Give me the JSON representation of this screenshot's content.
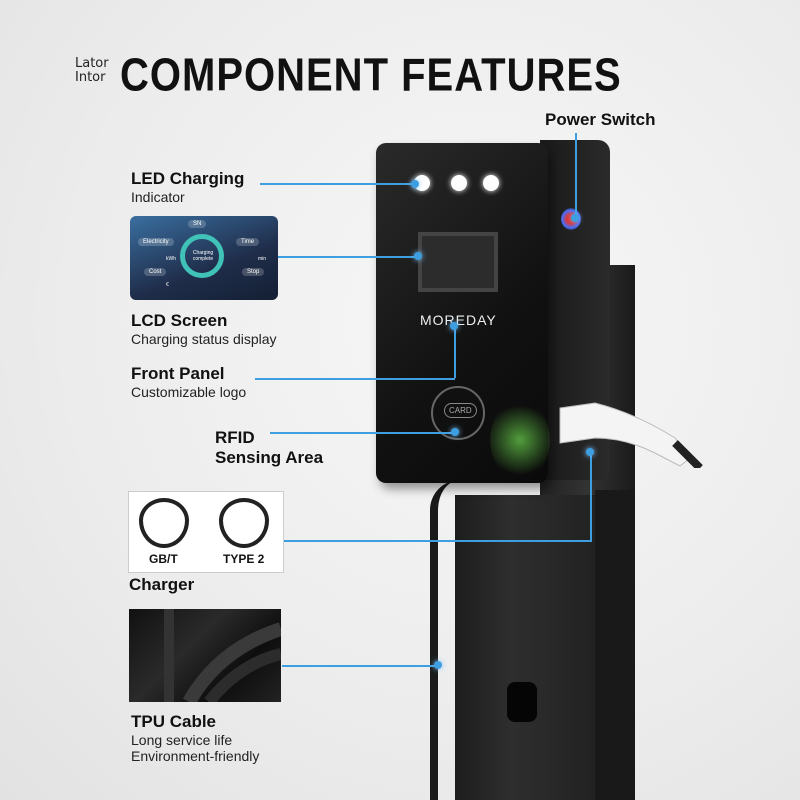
{
  "header": {
    "small_label_1": "Lator",
    "small_label_2": "Intor",
    "title": "COMPONENT  FEATURES"
  },
  "features": {
    "power_switch": {
      "title": "Power Switch"
    },
    "led": {
      "title": "LED Charging",
      "sub": "Indicator"
    },
    "lcd": {
      "title": "LCD Screen",
      "sub": "Charging status display"
    },
    "front": {
      "title": "Front Panel",
      "sub": "Customizable logo"
    },
    "rfid": {
      "title_1": "RFID",
      "title_2": "Sensing Area"
    },
    "charger": {
      "title": "Charger",
      "left_label": "GB/T",
      "right_label": "TYPE 2"
    },
    "cable": {
      "title": "TPU Cable",
      "sub_1": "Long service life",
      "sub_2": "Environment-friendly"
    }
  },
  "lcd_thumb": {
    "top_label": "SN",
    "electricity": "Electricity",
    "time": "Time",
    "cost": "Cost",
    "stop": "Stop",
    "center": "Charging complete",
    "kwh": "kWh",
    "min": "min",
    "currency": "€"
  },
  "device": {
    "brand": "MOREDAY",
    "card": "CARD"
  },
  "colors": {
    "accent": "#3d9fe0"
  }
}
